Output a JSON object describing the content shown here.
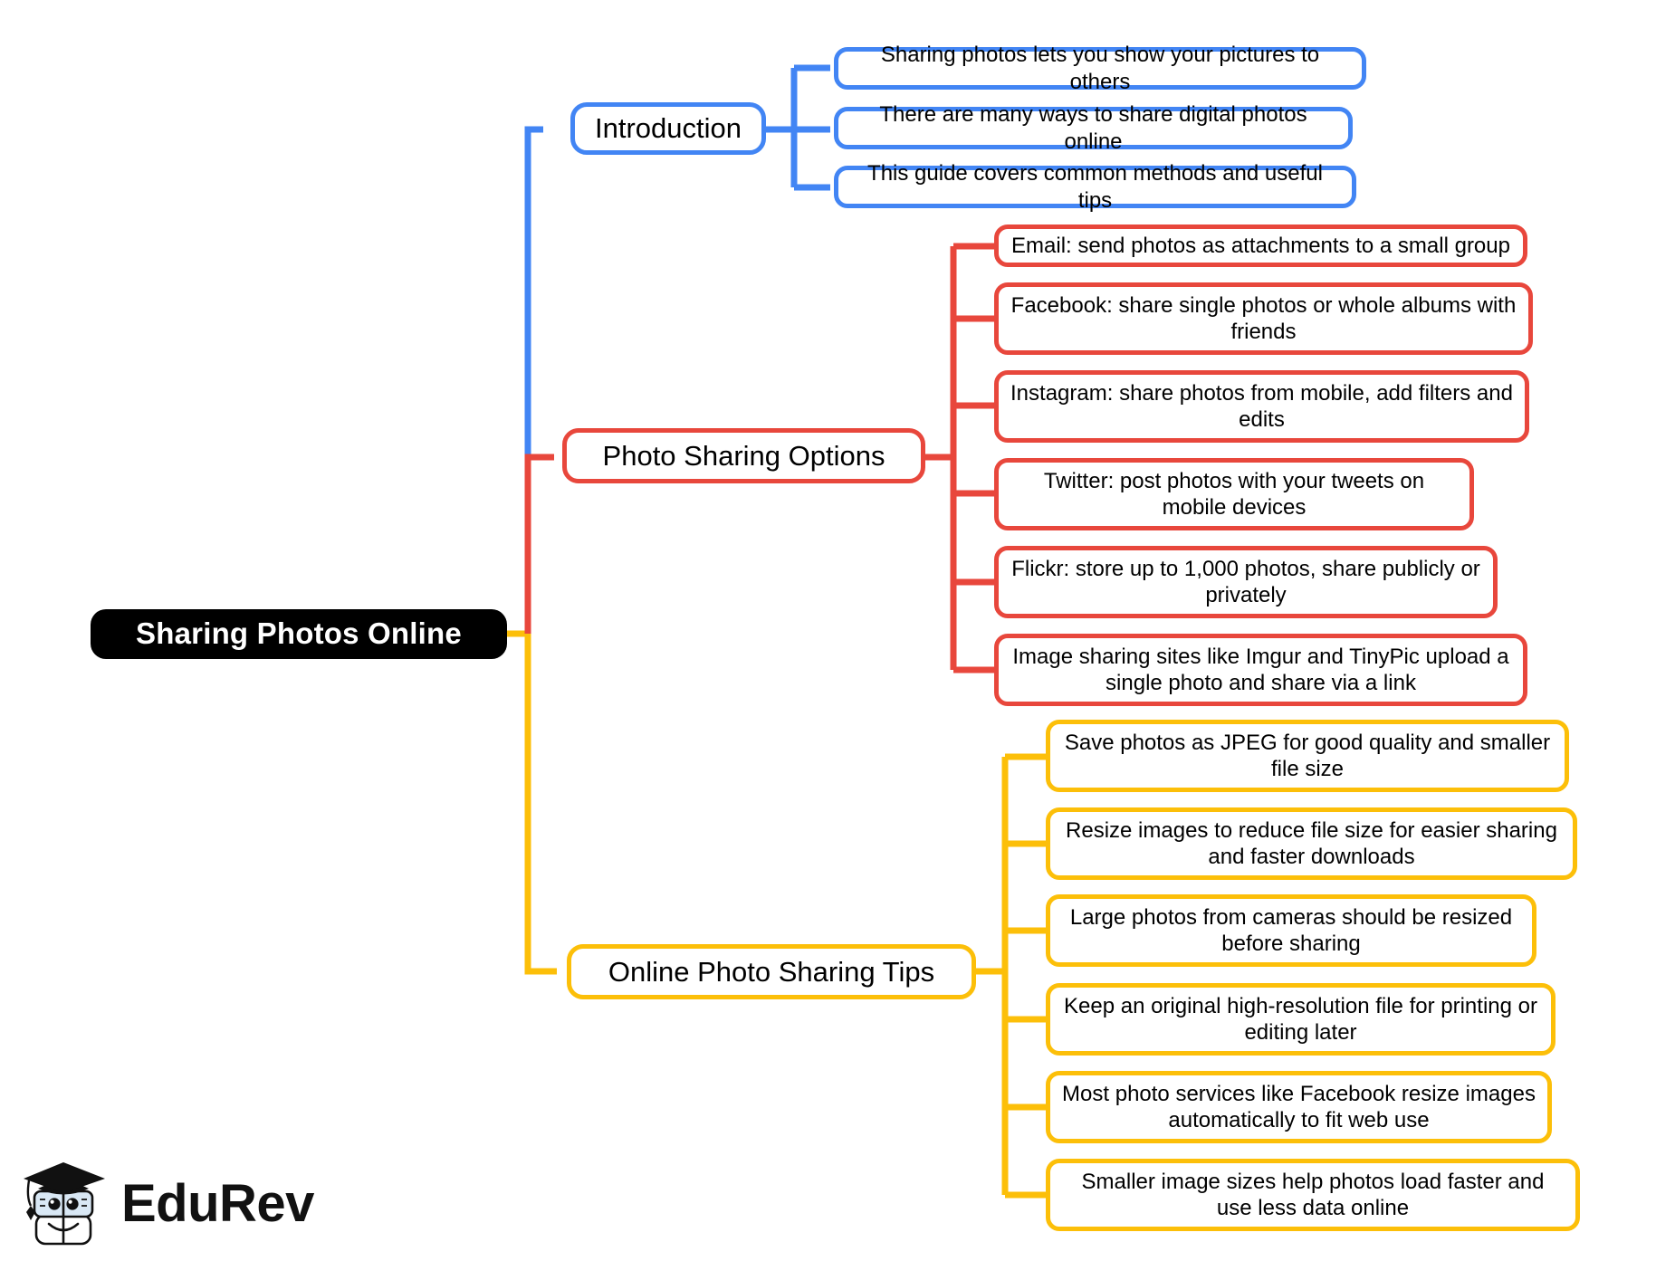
{
  "diagram": {
    "type": "mind-map",
    "root": {
      "label": "Sharing Photos Online"
    },
    "branches": [
      {
        "id": "introduction",
        "label": "Introduction",
        "color": "#4285f4",
        "children": [
          {
            "label": "Sharing photos lets you show your pictures to others"
          },
          {
            "label": "There are many ways to share digital photos online"
          },
          {
            "label": "This guide covers common methods and useful tips"
          }
        ]
      },
      {
        "id": "photo-sharing-options",
        "label": "Photo Sharing Options",
        "color": "#e8473c",
        "children": [
          {
            "label": "Email: send photos as attachments to a small group"
          },
          {
            "label": "Facebook: share single photos or whole albums with friends"
          },
          {
            "label": "Instagram: share photos from mobile, add filters and edits"
          },
          {
            "label": "Twitter: post photos with your tweets on mobile devices"
          },
          {
            "label": "Flickr: store up to 1,000 photos, share publicly or privately"
          },
          {
            "label": "Image sharing sites like Imgur and TinyPic upload a single photo and share via a link"
          }
        ]
      },
      {
        "id": "online-photo-sharing-tips",
        "label": "Online Photo Sharing Tips",
        "color": "#fcbf09",
        "children": [
          {
            "label": "Save photos as JPEG for good quality and smaller file size"
          },
          {
            "label": "Resize images to reduce file size for easier sharing and faster downloads"
          },
          {
            "label": "Large photos from cameras should be resized before sharing"
          },
          {
            "label": "Keep an original high-resolution file for printing or editing later"
          },
          {
            "label": "Most photo services like Facebook resize images automatically to fit web use"
          },
          {
            "label": "Smaller image sizes help photos load faster and use less data online"
          }
        ]
      }
    ]
  },
  "branding": {
    "wordmark": "EduRev",
    "mark_icon": "graduation-cap-book-mascot-icon"
  },
  "colors": {
    "background": "#ffffff",
    "root_fill": "#000000",
    "root_text": "#ffffff",
    "blue": "#4285f4",
    "red": "#e8473c",
    "yellow": "#fcbf09",
    "text": "#000000"
  }
}
